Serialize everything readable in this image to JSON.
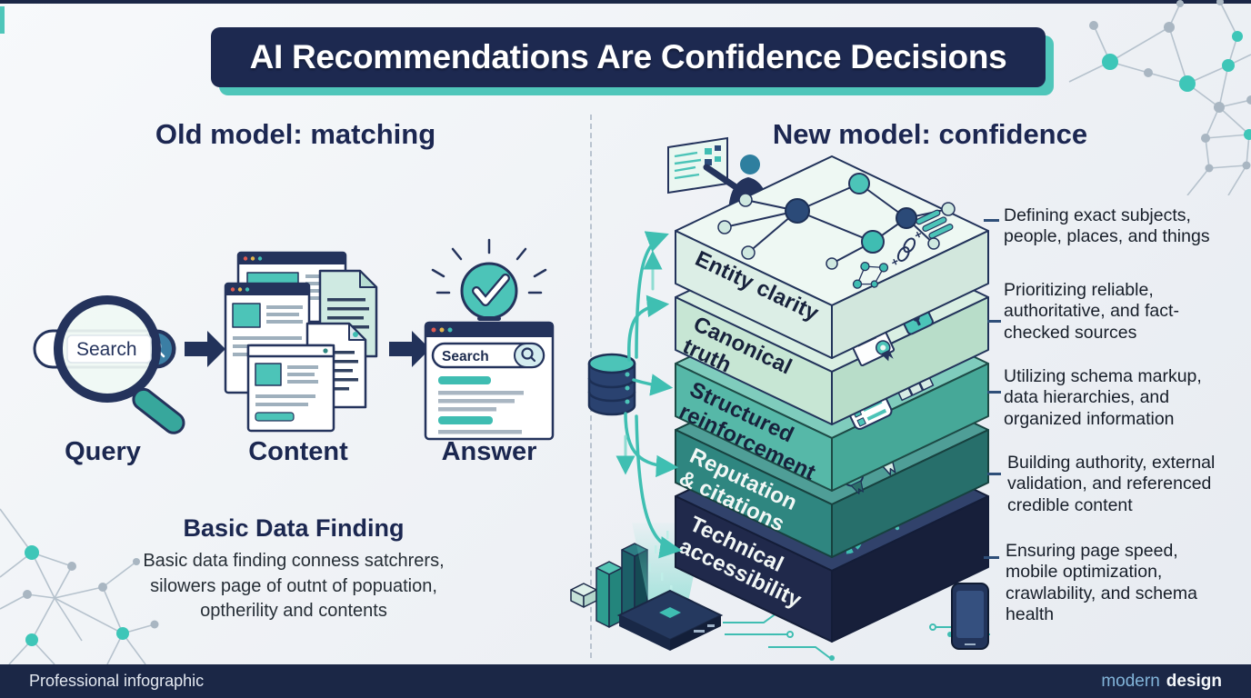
{
  "title": "AI Recommendations Are Confidence Decisions",
  "left_section": {
    "heading": "Old model: matching",
    "query_search_text": "Search",
    "answer_search_text": "Search",
    "steps": [
      {
        "label": "Query"
      },
      {
        "label": "Content"
      },
      {
        "label": "Answer"
      }
    ],
    "subheading": "Basic Data Finding",
    "body_lines": [
      "Basic data finding conness satchrers,",
      "silowers page of outnt of popuation,",
      "optherility and contents"
    ]
  },
  "right_section": {
    "heading": "New model: confidence",
    "layers": [
      {
        "label": "Entity clarity",
        "label_lines": [
          "Entity clarity"
        ],
        "description": "Defining exact subjects, people, places, and things",
        "icon": "knowledge-graph-icon"
      },
      {
        "label": "Canonical truth",
        "label_lines": [
          "Canonical",
          "truth"
        ],
        "description": "Prioritizing reliable, authoritative, and fact-checked sources",
        "icon": "certificate-lock-icon"
      },
      {
        "label": "Structured reinforcement",
        "label_lines": [
          "Structured",
          "reinforcement"
        ],
        "description": "Utilizing schema markup, data hierarchies, and organized information",
        "icon": "schema-hierarchy-icon"
      },
      {
        "label": "Reputation & citations",
        "label_lines": [
          "Reputation",
          "& citations"
        ],
        "description": "Building authority, external validation, and referenced credible content",
        "icon": "award-badges-link-icon"
      },
      {
        "label": "Technical accessibility",
        "label_lines": [
          "Technical",
          "accessibility"
        ],
        "description": "Ensuring page speed, mobile optimization, crawlability, and schema health",
        "icon": "gear-cloud-phone-icon"
      }
    ]
  },
  "footer": {
    "left_label": "Professional infographic",
    "brand_accent": "modern",
    "brand_rest": "design"
  },
  "colors": {
    "navy": "#1d2950",
    "teal": "#3fbdb2",
    "mint": "#cfeae2",
    "banner_shadow": "#4fc6ba",
    "background": "#eef1f5",
    "footer_bar": "#1b2746",
    "brand_accent_text": "#82b4d9"
  }
}
